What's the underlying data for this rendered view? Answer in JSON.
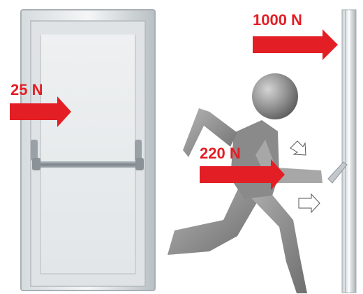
{
  "forces": [
    {
      "label": "25 N"
    },
    {
      "label": "220 N"
    },
    {
      "label": "1000 N"
    }
  ],
  "colors": {
    "arrow": "#e31e24",
    "door_frame": "#c9cfd3",
    "door_glass": "#e9ecee",
    "push_bar": "#8e969c",
    "runner_body": "#9a9a9a",
    "background": "#ffffff"
  },
  "icons": [
    "exit-door",
    "running-person",
    "push-bar",
    "motion-hint-arrows"
  ]
}
